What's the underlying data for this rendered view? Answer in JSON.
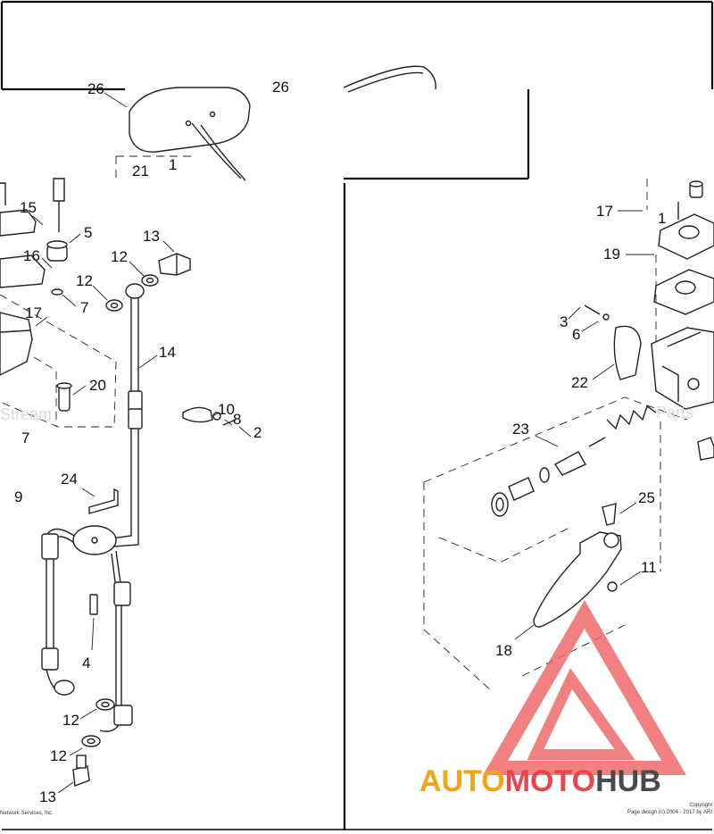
{
  "left_callouts": [
    {
      "text": "26"
    },
    {
      "text": "26"
    },
    {
      "text": "21"
    },
    {
      "text": "1"
    },
    {
      "text": "15"
    },
    {
      "text": "5"
    },
    {
      "text": "13"
    },
    {
      "text": "16"
    },
    {
      "text": "12"
    },
    {
      "text": "12"
    },
    {
      "text": "7"
    },
    {
      "text": "17"
    },
    {
      "text": "14"
    },
    {
      "text": "20"
    },
    {
      "text": "10"
    },
    {
      "text": "8"
    },
    {
      "text": "2"
    },
    {
      "text": "7"
    },
    {
      "text": "9"
    },
    {
      "text": "24"
    },
    {
      "text": "4"
    },
    {
      "text": "12"
    },
    {
      "text": "12"
    },
    {
      "text": "13"
    }
  ],
  "right_callouts": [
    {
      "text": "17"
    },
    {
      "text": "1"
    },
    {
      "text": "19"
    },
    {
      "text": "3"
    },
    {
      "text": "6"
    },
    {
      "text": "22"
    },
    {
      "text": "23"
    },
    {
      "text": "25"
    },
    {
      "text": "11"
    },
    {
      "text": "18"
    }
  ],
  "watermarks": {
    "left": "Stream",
    "right": "Parts"
  },
  "brand": {
    "part1": "AUTO",
    "part2": "MOTO",
    "part3": "HUB",
    "color1": "#f2a516",
    "color2": "#e8454f",
    "color3": "#4a4a4a",
    "triangle_color": "#ee6a6a"
  },
  "footer": {
    "left": "Network Services, Inc.",
    "right_line1": "Copyright",
    "right_line2": "Page design (c) 2004 - 2017 by ARI"
  }
}
